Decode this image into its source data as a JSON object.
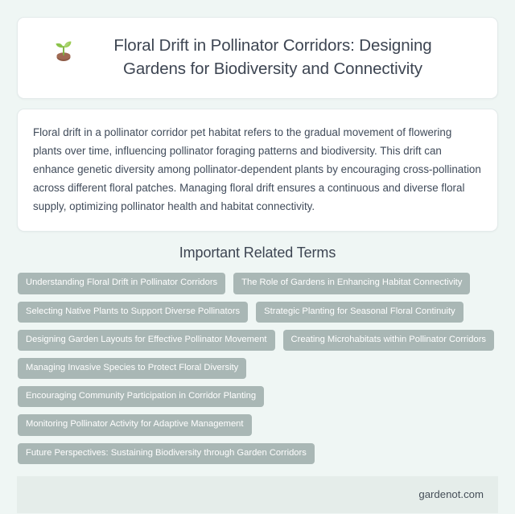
{
  "header": {
    "icon": "seedling-icon",
    "title": "Floral Drift in Pollinator Corridors: Designing Gardens for Biodiversity and Connectivity"
  },
  "description": {
    "text": "Floral drift in a pollinator corridor pet habitat refers to the gradual movement of flowering plants over time, influencing pollinator foraging patterns and biodiversity. This drift can enhance genetic diversity among pollinator-dependent plants by encouraging cross-pollination across different floral patches. Managing floral drift ensures a continuous and diverse floral supply, optimizing pollinator health and habitat connectivity."
  },
  "related_terms": {
    "heading": "Important Related Terms",
    "tags": [
      "Understanding Floral Drift in Pollinator Corridors",
      "The Role of Gardens in Enhancing Habitat Connectivity",
      "Selecting Native Plants to Support Diverse Pollinators",
      "Strategic Planting for Seasonal Floral Continuity",
      "Designing Garden Layouts for Effective Pollinator Movement",
      "Creating Microhabitats within Pollinator Corridors",
      "Managing Invasive Species to Protect Floral Diversity",
      "Encouraging Community Participation in Corridor Planting",
      "Monitoring Pollinator Activity for Adaptive Management",
      "Future Perspectives: Sustaining Biodiversity through Garden Corridors"
    ]
  },
  "footer": {
    "domain": "gardenot.com"
  },
  "colors": {
    "page_background": "#eff6f4",
    "card_background": "#ffffff",
    "card_border": "#e3eaea",
    "tag_background": "#a9b7b5",
    "tag_text": "#ffffff",
    "heading_text": "#3d4552",
    "body_text": "#404b5a",
    "footer_background": "#e5edea"
  }
}
